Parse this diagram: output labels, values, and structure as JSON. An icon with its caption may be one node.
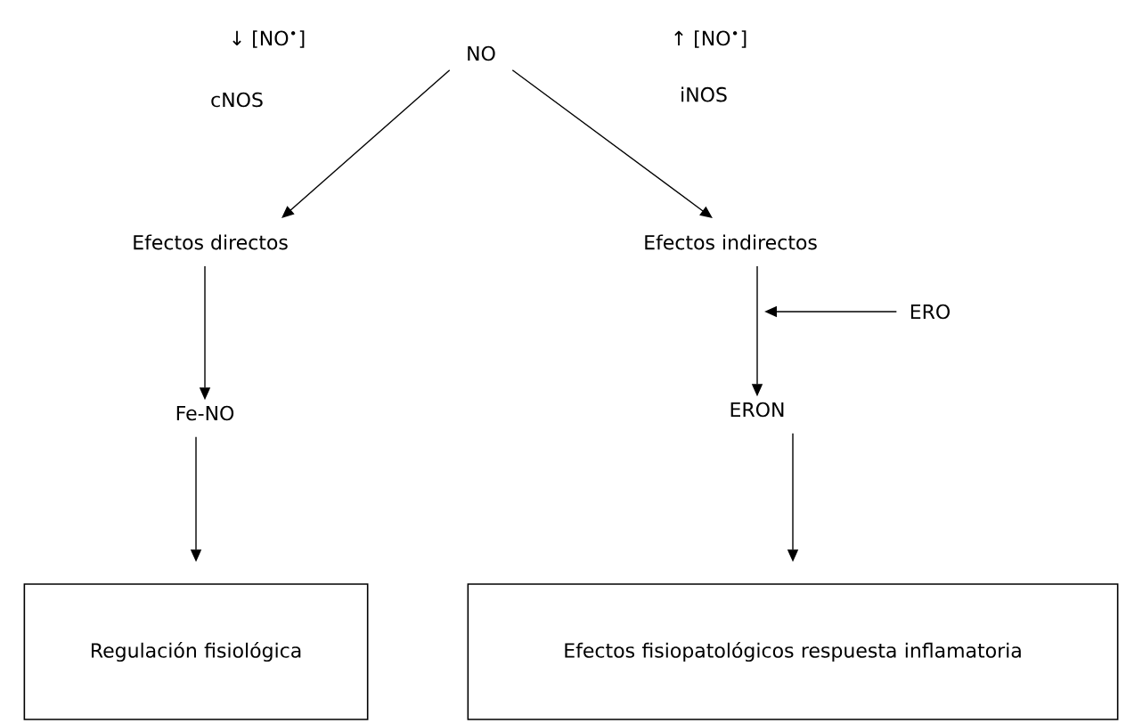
{
  "diagram": {
    "nodes": [
      {
        "text": [
          "NO"
        ]
      },
      {
        "text": [
          "Efectos directos"
        ]
      },
      {
        "text": [
          "Efectos indirectos"
        ]
      },
      {
        "text": [
          "Fe-NO"
        ]
      },
      {
        "text": [
          "ERON"
        ]
      },
      {
        "text": [
          "Regulación fisiológica"
        ]
      },
      {
        "text": [
          "Efectos fisiopatológicos respuesta inflamatoria"
        ]
      },
      {
        "text": [
          "ERO"
        ]
      }
    ],
    "edges": [
      {
        "from": 0,
        "to": 1,
        "arrow": "to"
      },
      {
        "from": 0,
        "to": 2,
        "arrow": "to"
      },
      {
        "from": 1,
        "to": 3,
        "arrow": "to"
      },
      {
        "from": 2,
        "to": 4,
        "arrow": "to"
      },
      {
        "from": 7,
        "to": null,
        "arrow": "to"
      },
      {
        "from": 3,
        "to": 5,
        "arrow": "to"
      },
      {
        "from": 4,
        "to": 6,
        "arrow": "to"
      }
    ],
    "labels": [
      "↓ [NO$^{•}$]",
      "cNOS",
      "↑ [NO$^{•}$]",
      "iNOS"
    ]
  }
}
